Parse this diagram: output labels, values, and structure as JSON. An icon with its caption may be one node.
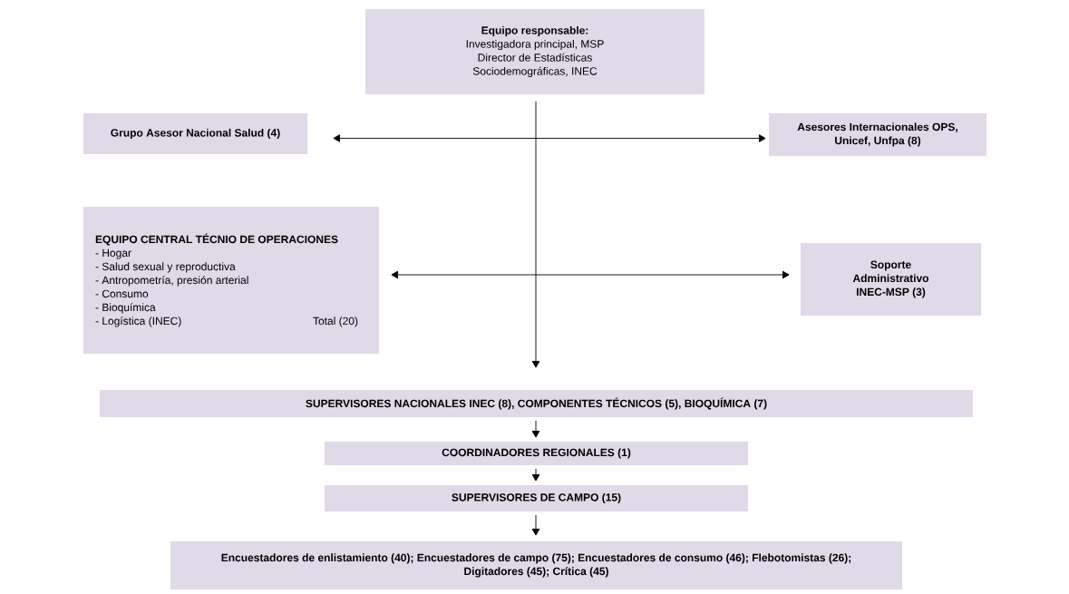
{
  "diagram": {
    "nodes": [
      {
        "text": [
          "Equipo responsable:",
          "Investigadora principal, MSP",
          "Director de Estadísticas Sociodemográficas, INEC"
        ]
      },
      {
        "text": [
          "Grupo Asesor Nacional Salud (4)"
        ]
      },
      {
        "text": [
          "Asesores Internacionales OPS, Unicef, Unfpa (8)"
        ]
      },
      {
        "text": [
          "EQUIPO CENTRAL TÉCNIO DE OPERACIONES",
          "- Hogar",
          "- Salud sexual y reproductiva",
          "- Antropometría, presión arterial",
          "- Consumo",
          "- Bioquímica",
          "- Logística (INEC)",
          "Total (20)"
        ]
      },
      {
        "text": [
          "Soporte Administrativo INEC-MSP (3)"
        ]
      },
      {
        "text": [
          "SUPERVISORES NACIONALES INEC (8), COMPONENTES TÉCNICOS (5), BIOQUÍMICA (7)"
        ]
      },
      {
        "text": [
          "COORDINADORES REGIONALES (1)"
        ]
      },
      {
        "text": [
          "SUPERVISORES DE CAMPO (15)"
        ]
      },
      {
        "text": [
          "Encuestadores de enlistamiento (40); Encuestadores de campo (75); Encuestadores de consumo (46); Flebotomistas (26); Digitadores (45); Crítica (45)"
        ]
      }
    ],
    "edges": [
      {
        "from": 0,
        "to": 5,
        "arrow": "to"
      },
      {
        "from": 1,
        "to": 2,
        "arrow": "both"
      },
      {
        "from": 3,
        "to": 4,
        "arrow": "both"
      },
      {
        "from": 5,
        "to": 6,
        "arrow": "to"
      },
      {
        "from": 6,
        "to": 7,
        "arrow": "to"
      },
      {
        "from": 7,
        "to": 8,
        "arrow": "to"
      }
    ]
  }
}
